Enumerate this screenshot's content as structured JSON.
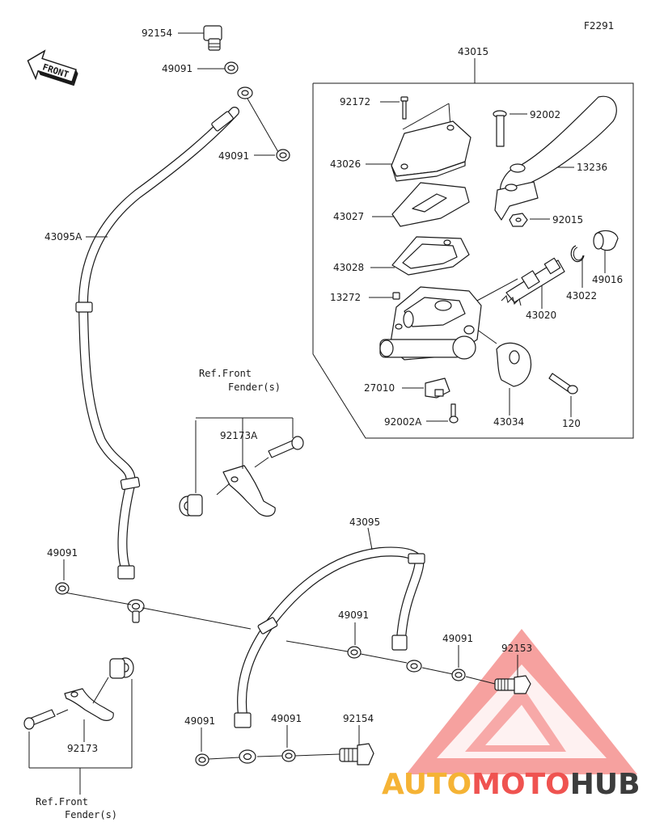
{
  "figure_code": "F2291",
  "front_marker": "FRONT",
  "parts": {
    "p92154_top": "92154",
    "p49091_a": "49091",
    "p49091_b": "49091",
    "p43095A": "43095A",
    "p43015": "43015",
    "p92172": "92172",
    "p92002": "92002",
    "p43026": "43026",
    "p13236": "13236",
    "p43027": "43027",
    "p92015": "92015",
    "p43028": "43028",
    "p49016": "49016",
    "p43022": "43022",
    "p13272": "13272",
    "p43020": "43020",
    "p27010": "27010",
    "p92002A": "92002A",
    "p43034": "43034",
    "p120": "120",
    "p92173A": "92173A",
    "p49091_c": "49091",
    "p43095": "43095",
    "p49091_d": "49091",
    "p49091_e": "49091",
    "p92153": "92153",
    "p92173": "92173",
    "p49091_f": "49091",
    "p49091_g": "49091",
    "p92154_bottom": "92154"
  },
  "ref_upper": {
    "line1": "Ref.Front",
    "line2": "Fender(s)"
  },
  "ref_lower": {
    "line1": "Ref.Front",
    "line2": "Fender(s)"
  },
  "watermark": {
    "part1": "AUTO",
    "part2": "MOTO",
    "part3": "HUB",
    "color1": "#f5b335",
    "color2": "#ef5350",
    "color3": "#3c3c3c"
  },
  "colors": {
    "line": "#1a1a1a",
    "watermark_red": "#ef5350"
  }
}
